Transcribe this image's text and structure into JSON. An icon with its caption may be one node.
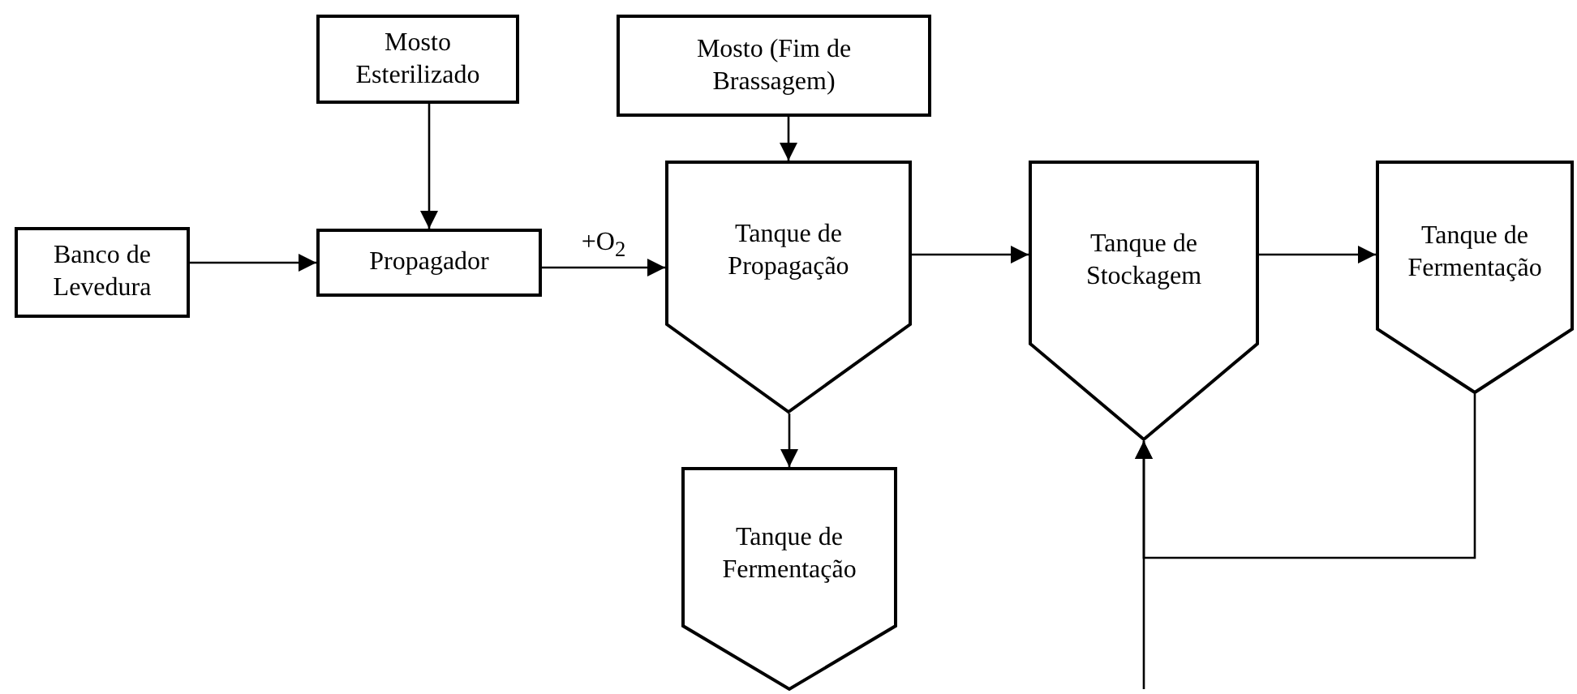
{
  "diagram": {
    "nodes": [
      {
        "text": [
          "Banco de Levedura"
        ]
      },
      {
        "text": [
          "Mosto Esterilizado"
        ]
      },
      {
        "text": [
          "Propagador"
        ]
      },
      {
        "text": [
          "Mosto (Fim de Brassagem)"
        ]
      },
      {
        "text": [
          "Tanque de Propagação"
        ]
      },
      {
        "text": [
          "Tanque de Stockagem"
        ]
      },
      {
        "text": [
          "Tanque de Fermentação"
        ]
      },
      {
        "text": [
          "Tanque de Fermentação"
        ]
      }
    ],
    "edges": [
      {
        "from": 0,
        "to": 2,
        "arrow": "to"
      },
      {
        "from": 1,
        "to": 2,
        "arrow": "to"
      },
      {
        "from": 2,
        "to": 4,
        "arrow": "to",
        "label": "+O$_{2}$"
      },
      {
        "from": 3,
        "to": 4,
        "arrow": "to"
      },
      {
        "from": 4,
        "to": 5,
        "arrow": "to"
      },
      {
        "from": 5,
        "to": 6,
        "arrow": "to"
      },
      {
        "from": 4,
        "to": 7,
        "arrow": "to"
      },
      {
        "from": 6,
        "to": 5,
        "arrow": "to"
      },
      {
        "from": null,
        "to": 5,
        "arrow": "to"
      }
    ]
  }
}
